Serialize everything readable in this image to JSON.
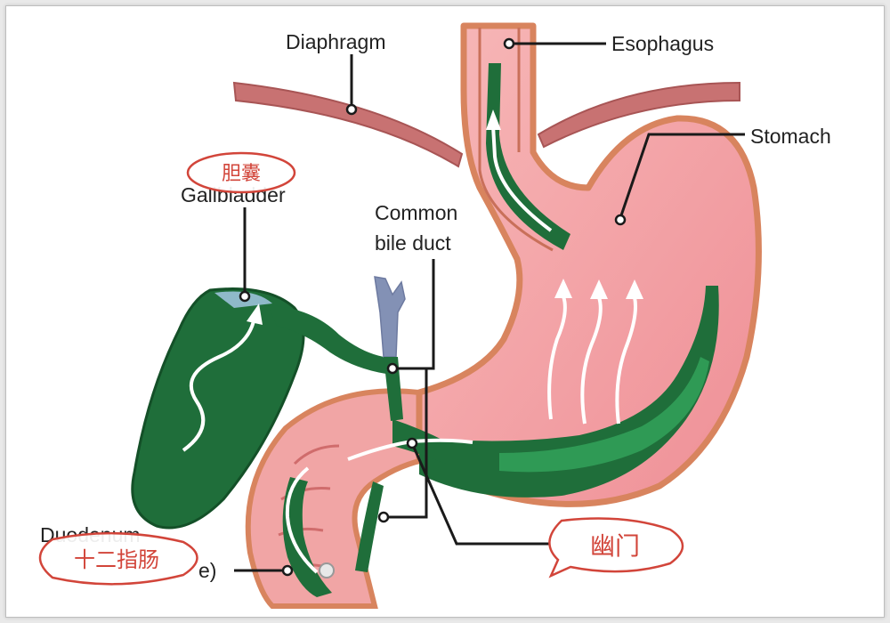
{
  "labels": {
    "diaphragm": "Diaphragm",
    "esophagus": "Esophagus",
    "stomach": "Stomach",
    "gallbladder": "Gallbladder",
    "common_bile_duct_line1": "Common",
    "common_bile_duct_line2": "bile duct",
    "duodenum": "Duodenum",
    "duodenum_suffix": "e)"
  },
  "callouts": {
    "gallbladder_cn": "胆囊",
    "duodenum_cn": "十二指肠",
    "pylorus_cn": "幽门"
  },
  "colors": {
    "stomach_fill": "#f3a1a4",
    "stomach_wall": "#d8845e",
    "bile_green": "#1f6e3a",
    "bile_green_light": "#2f9a55",
    "diaphragm": "#c87272",
    "duct_blue": "#8391b5",
    "callout_red": "#d2453a"
  }
}
